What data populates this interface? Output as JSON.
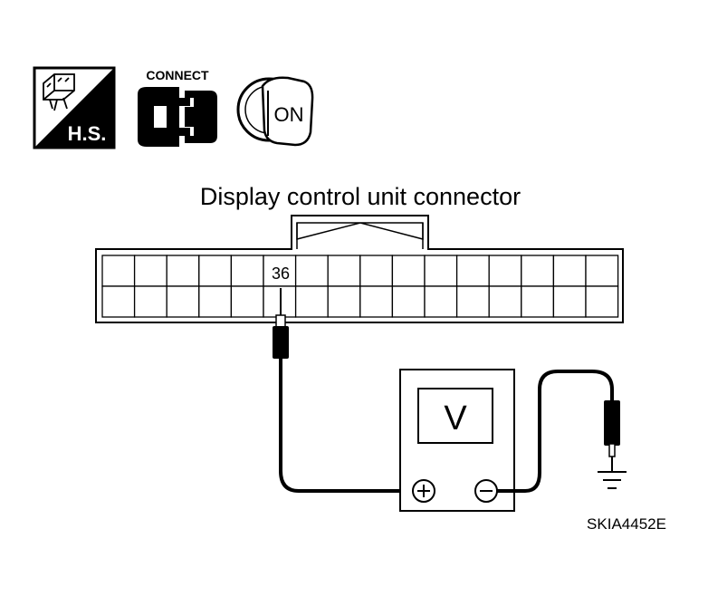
{
  "icons": {
    "harness_side": {
      "label": "H.S."
    },
    "connect": {
      "label": "CONNECT"
    },
    "ignition_key": {
      "label": "ON"
    }
  },
  "connector": {
    "title": "Display control unit connector",
    "terminal_label": "36"
  },
  "meter": {
    "display": "V",
    "positive_symbol": "+",
    "negative_symbol": "−"
  },
  "figure_code": "SKIA4452E"
}
